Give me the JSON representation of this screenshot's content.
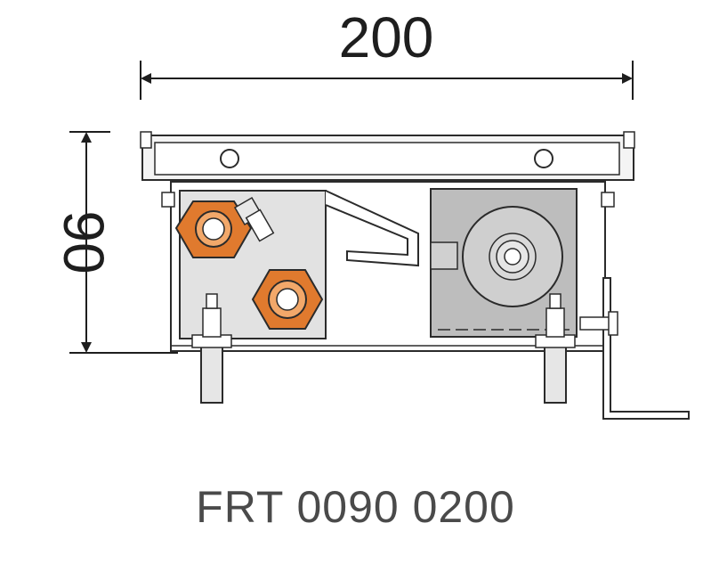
{
  "dimensions": {
    "width_label": "200",
    "height_label": "90"
  },
  "model_code": "FRT 0090 0200",
  "colors": {
    "line": "#2b2b2b",
    "fill_light": "#f2f2f2",
    "fill_mid": "#d9d9d9",
    "fill_dark": "#bdbdbd",
    "accent_copper": "#e07a2e"
  }
}
